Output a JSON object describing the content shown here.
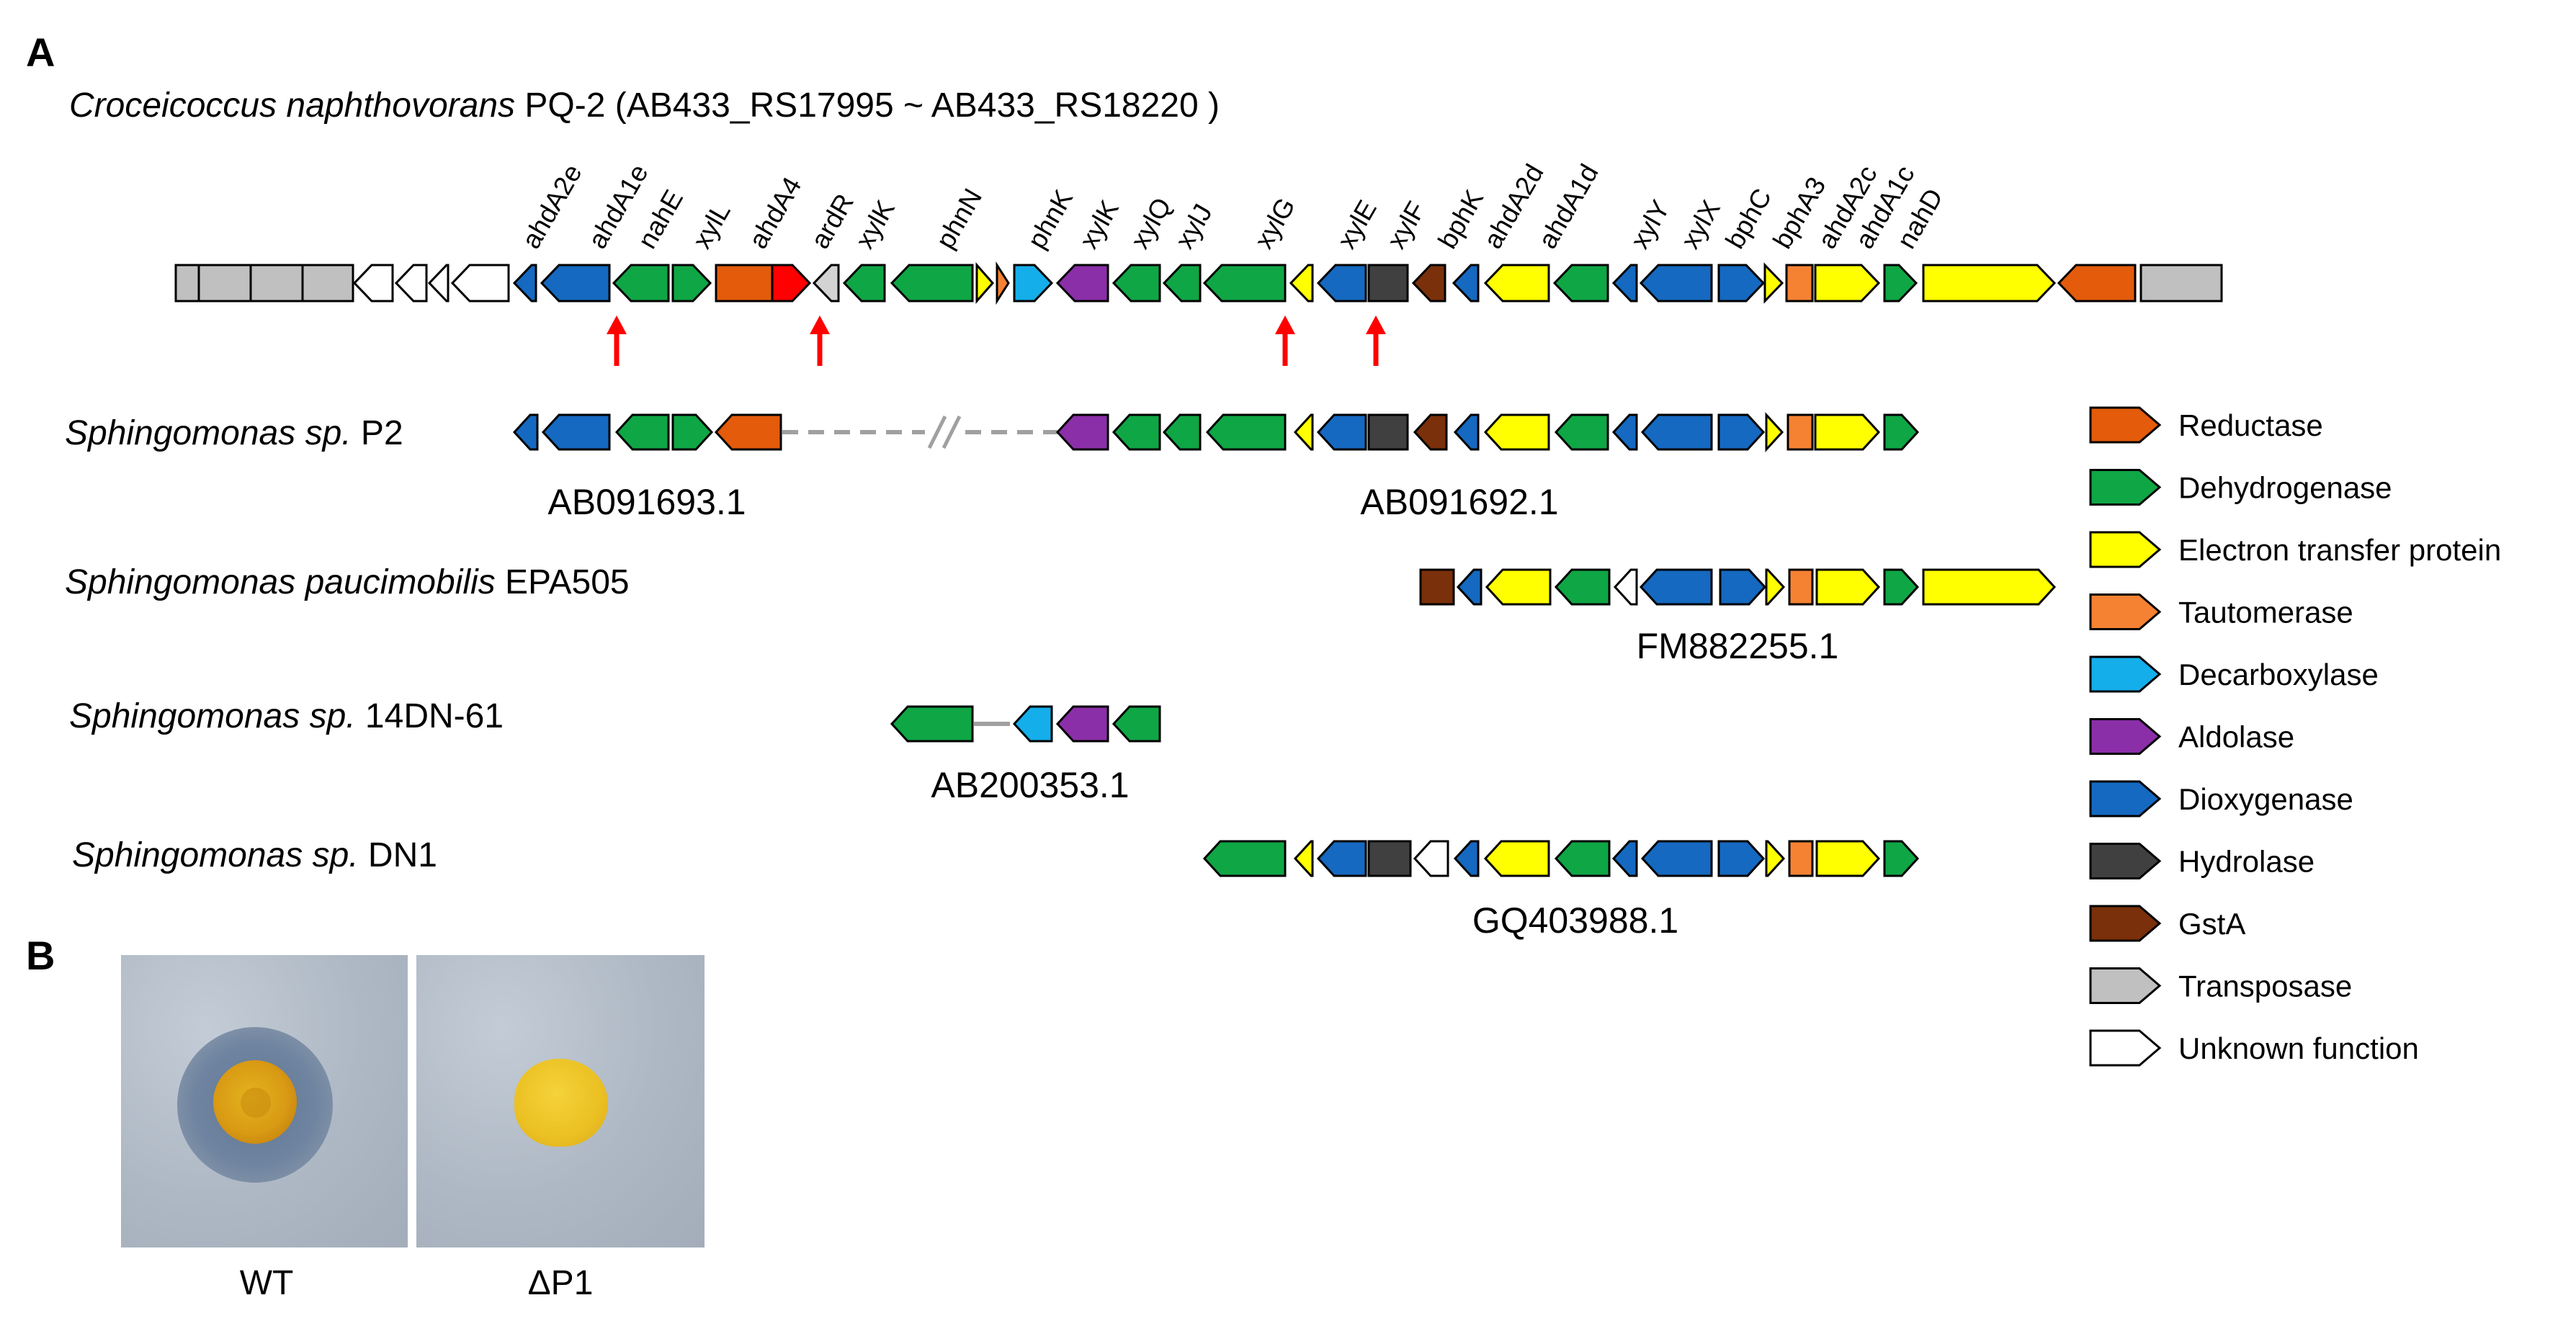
{
  "panels": {
    "a": "A",
    "b": "B"
  },
  "title": {
    "species": "Croceicoccus naphthovorans",
    "rest": " PQ-2 (AB433_RS17995 ~ AB433_RS18220 )"
  },
  "colors": {
    "reductase": "#E35B0B",
    "dehydrogenase": "#0FA645",
    "electron_transfer": "#FFFF00",
    "tautomerase": "#F58233",
    "decarboxylase": "#14AEEB",
    "aldolase": "#8B2FA8",
    "dioxygenase": "#1569C0",
    "hydrolase": "#404040",
    "gsta": "#7A300A",
    "transposase": "#C0C0C0",
    "unknown": "#FFFFFF",
    "regulator": "#FF0000",
    "unlabeled_gray": "#D3D3D3",
    "arrow": "#FF0000",
    "link": "#A0A0A0"
  },
  "gene_labels": [
    "ahdA2e",
    "ahdA1e",
    "nahE",
    "xylL",
    "ahdA4",
    "ardR",
    "xylK",
    "phnN",
    "phnK",
    "xylK",
    "xylQ",
    "xylJ",
    "xylG",
    "xylE",
    "xylF",
    "bphK",
    "ahdA2d",
    "ahdA1d",
    "xylY",
    "xylX",
    "bphC",
    "bphA3",
    "ahdA2c",
    "ahdA1c",
    "nahD"
  ],
  "tracks": [
    {
      "species": "Sphingomonas sp.",
      "strain": " P2",
      "accessions": [
        "AB091693.1",
        "AB091692.1"
      ]
    },
    {
      "species": "Sphingomonas paucimobilis",
      "strain": " EPA505",
      "accessions": [
        "FM882255.1"
      ]
    },
    {
      "species": "Sphingomonas sp.",
      "strain": " 14DN-61",
      "accessions": [
        "AB200353.1"
      ]
    },
    {
      "species": "Sphingomonas sp.",
      "strain": " DN1",
      "accessions": [
        "GQ403988.1"
      ]
    }
  ],
  "legend": [
    {
      "label": "Reductase",
      "color": "#E35B0B"
    },
    {
      "label": "Dehydrogenase",
      "color": "#0FA645"
    },
    {
      "label": "Electron transfer protein",
      "color": "#FFFF00"
    },
    {
      "label": "Tautomerase",
      "color": "#F58233"
    },
    {
      "label": "Decarboxylase",
      "color": "#14AEEB"
    },
    {
      "label": "Aldolase",
      "color": "#8B2FA8"
    },
    {
      "label": "Dioxygenase",
      "color": "#1569C0"
    },
    {
      "label": "Hydrolase",
      "color": "#404040"
    },
    {
      "label": "GstA",
      "color": "#7A300A"
    },
    {
      "label": "Transposase",
      "color": "#C0C0C0"
    },
    {
      "label": "Unknown function",
      "color": "#FFFFFF"
    }
  ],
  "plates": [
    {
      "label": "WT",
      "halo": true
    },
    {
      "label": "ΔP1",
      "halo": false
    }
  ]
}
